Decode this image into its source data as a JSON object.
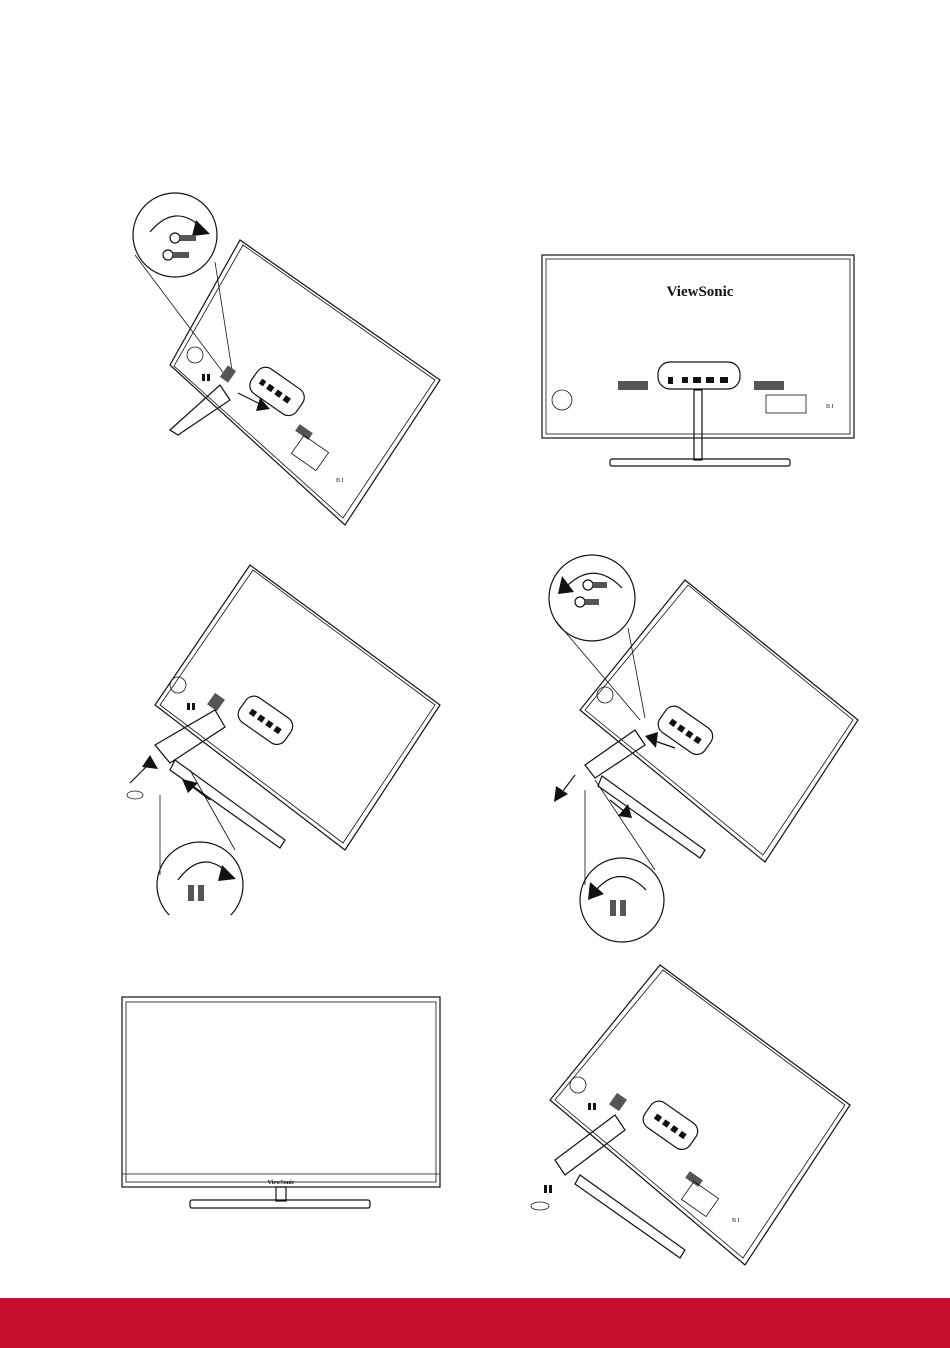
{
  "brand": {
    "rear_logo": "ViewSonic",
    "front_logo": "ViewSonic"
  },
  "colors": {
    "footer_bar": "#c8102e",
    "line": "#111111",
    "background": "#ffffff"
  },
  "steps": [
    {
      "view": "rear-angled",
      "action": "remove-screws-clockwise"
    },
    {
      "view": "rear-straight",
      "action": "assembled-rear"
    },
    {
      "view": "rear-angled",
      "action": "attach-base-with-thumbscrews"
    },
    {
      "view": "rear-angled",
      "action": "detach-base-counterclockwise"
    },
    {
      "view": "front",
      "action": "assembled-front"
    },
    {
      "view": "rear-angled",
      "action": "base-removed"
    }
  ]
}
